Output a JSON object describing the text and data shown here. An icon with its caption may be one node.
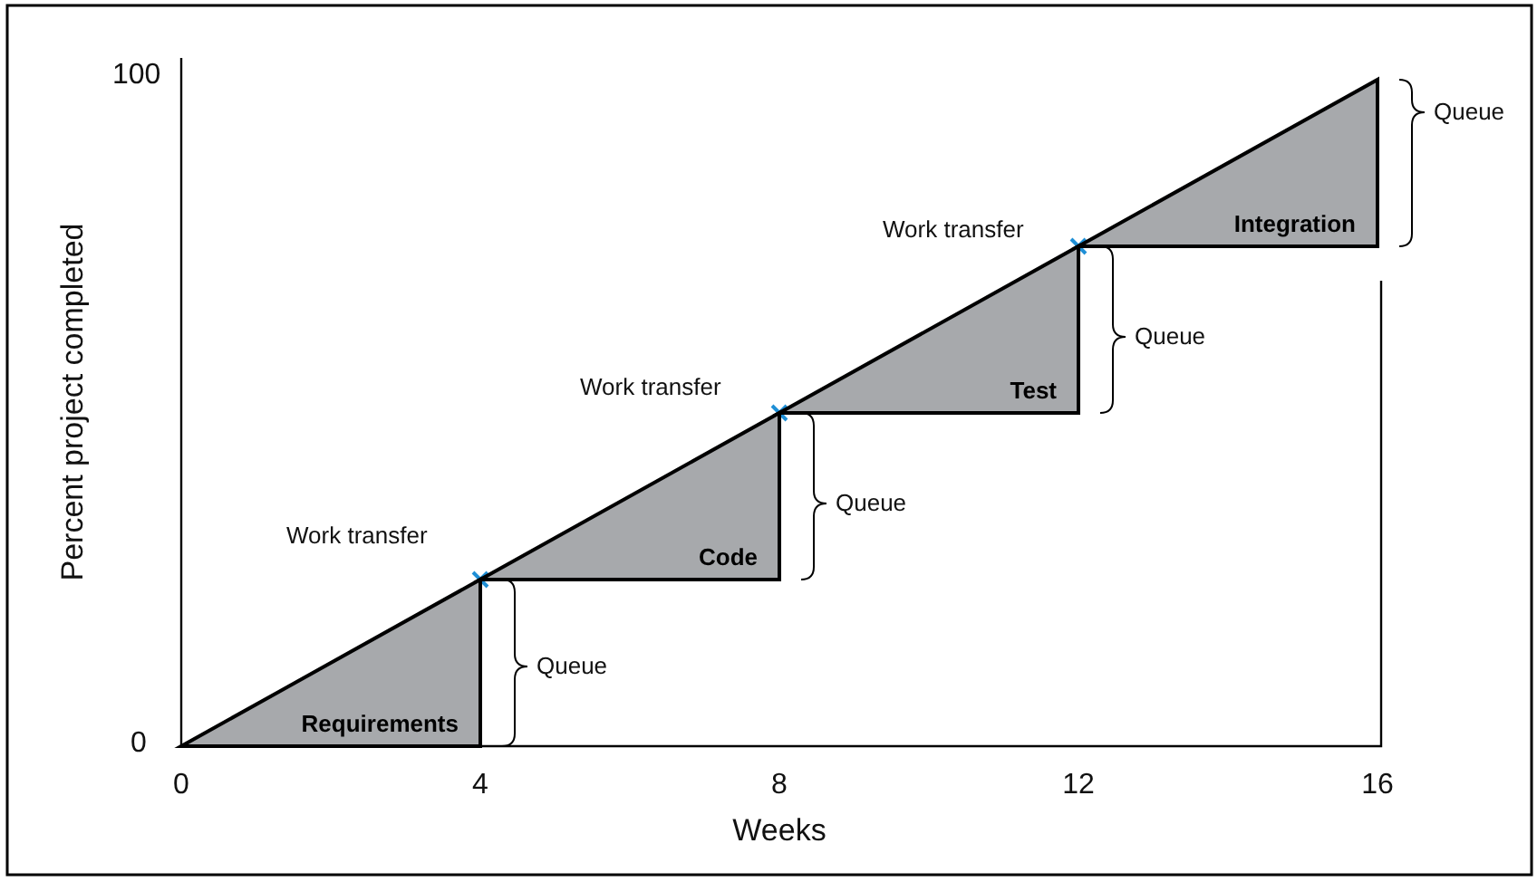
{
  "diagram": {
    "nodes": [
      {
        "text": [
          "Requirements"
        ],
        "beside": [
          "Queue"
        ]
      },
      {
        "text": [
          "Code"
        ],
        "beside": [
          "Queue"
        ]
      },
      {
        "text": [
          "Test"
        ],
        "beside": [
          "Queue"
        ]
      },
      {
        "text": [
          "Integration"
        ],
        "beside": [
          "Queue"
        ]
      }
    ],
    "labels": [
      "100",
      "Work transfer",
      "Work transfer",
      "Percent project completed",
      "Work transfer",
      "0",
      "0",
      "4",
      "8",
      "12",
      "16",
      "Weeks"
    ]
  }
}
